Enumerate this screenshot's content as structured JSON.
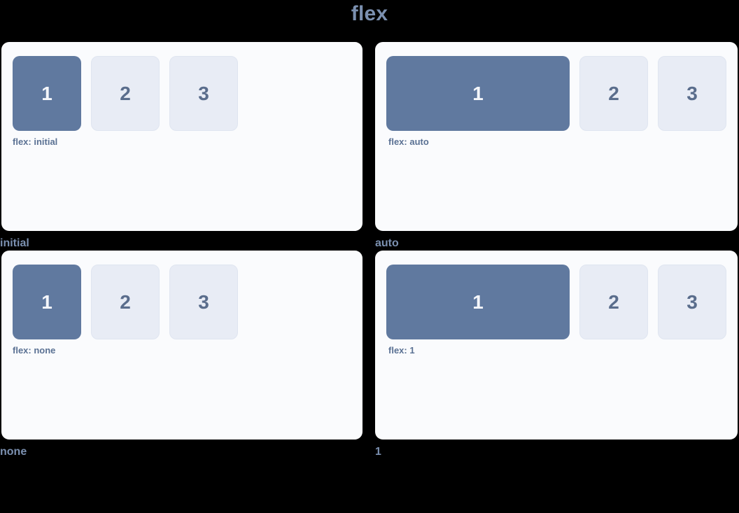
{
  "title": "flex",
  "colors": {
    "background": "#000000",
    "card": "#fafbfd",
    "primary_box": "#60799f",
    "secondary_box": "#e8ecf5",
    "title_text": "#7b90b0",
    "label_text": "#5a7193",
    "caption_text": "#7b90b0"
  },
  "demos": [
    {
      "caption": "initial",
      "property_label": "flex: initial",
      "boxes": [
        {
          "label": "1",
          "variant": "primary"
        },
        {
          "label": "2",
          "variant": "secondary"
        },
        {
          "label": "3",
          "variant": "secondary"
        }
      ]
    },
    {
      "caption": "auto",
      "property_label": "flex: auto",
      "boxes": [
        {
          "label": "1",
          "variant": "primary"
        },
        {
          "label": "2",
          "variant": "secondary"
        },
        {
          "label": "3",
          "variant": "secondary"
        }
      ]
    },
    {
      "caption": "none",
      "property_label": "flex: none",
      "boxes": [
        {
          "label": "1",
          "variant": "primary"
        },
        {
          "label": "2",
          "variant": "secondary"
        },
        {
          "label": "3",
          "variant": "secondary"
        }
      ]
    },
    {
      "caption": "1",
      "property_label": "flex: 1",
      "boxes": [
        {
          "label": "1",
          "variant": "primary"
        },
        {
          "label": "2",
          "variant": "secondary"
        },
        {
          "label": "3",
          "variant": "secondary"
        }
      ]
    }
  ]
}
